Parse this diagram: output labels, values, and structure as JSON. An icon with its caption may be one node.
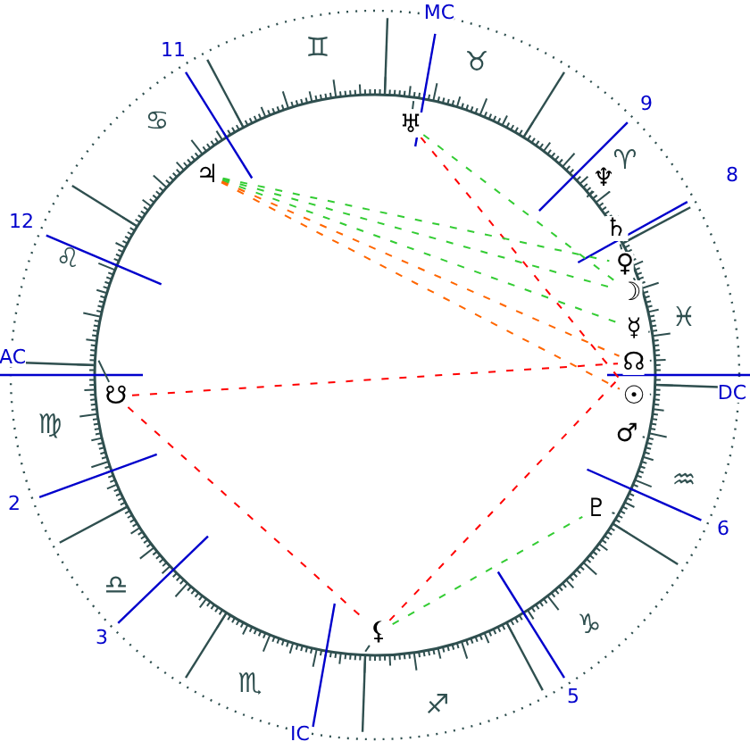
{
  "diagram": {
    "nodes": [
      {
        "text": [
          "♅"
        ]
      },
      {
        "text": [
          "♃"
        ]
      },
      {
        "text": [
          "♆"
        ]
      },
      {
        "text": [
          "♄"
        ]
      },
      {
        "text": [
          "♀"
        ]
      },
      {
        "text": [
          "☽"
        ]
      },
      {
        "text": [
          "☿"
        ]
      },
      {
        "text": [
          "☊"
        ]
      },
      {
        "text": [
          "☉"
        ]
      },
      {
        "text": [
          "♂"
        ]
      },
      {
        "text": [
          "♇"
        ]
      },
      {
        "text": [
          "⚸"
        ]
      },
      {
        "text": [
          "☋"
        ]
      }
    ],
    "edges": [
      {
        "from": 0,
        "to": 5,
        "arrow": "none",
        "style": "dashed",
        "color": "#33cc33"
      },
      {
        "from": 0,
        "to": 8,
        "arrow": "none",
        "style": "dashed",
        "color": "#ff0000"
      },
      {
        "from": 1,
        "to": 4,
        "arrow": "none",
        "style": "dashed",
        "color": "#33cc33"
      },
      {
        "from": 1,
        "to": 5,
        "arrow": "none",
        "style": "dashed",
        "color": "#33cc33"
      },
      {
        "from": 1,
        "to": 6,
        "arrow": "none",
        "style": "dashed",
        "color": "#33cc33"
      },
      {
        "from": 1,
        "to": 7,
        "arrow": "none",
        "style": "dashed",
        "color": "#ff6600"
      },
      {
        "from": 1,
        "to": 8,
        "arrow": "none",
        "style": "dashed",
        "color": "#ff6600"
      },
      {
        "from": 12,
        "to": 7,
        "arrow": "none",
        "style": "dashed",
        "color": "#ff0000"
      },
      {
        "from": 12,
        "to": 11,
        "arrow": "none",
        "style": "dashed",
        "color": "#ff0000"
      },
      {
        "from": 11,
        "to": 7,
        "arrow": "none",
        "style": "dashed",
        "color": "#ff0000"
      },
      {
        "from": 11,
        "to": 10,
        "arrow": "none",
        "style": "dashed",
        "color": "#33cc33"
      }
    ],
    "labels": [
      "MC",
      "♊",
      "11",
      "♉",
      "9",
      "♋",
      "♈",
      "8",
      "12",
      "♌",
      "♓",
      "♍",
      "AC",
      "DC",
      "♒",
      "2",
      "6",
      "♎",
      "♑",
      "3",
      "♏",
      "5",
      "♐",
      "IC"
    ]
  }
}
